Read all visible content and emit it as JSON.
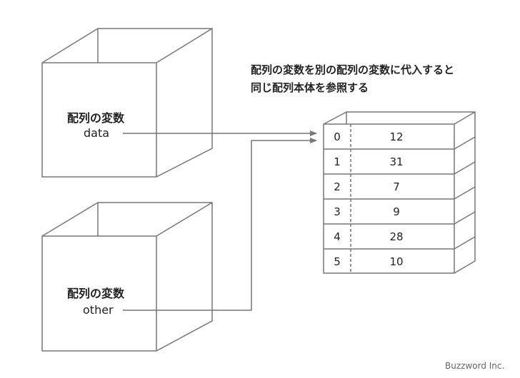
{
  "caption": {
    "line1": "配列の変数を別の配列の変数に代入すると",
    "line2": "同じ配列本体を参照する"
  },
  "box_data": {
    "title": "配列の変数",
    "var_name": "data"
  },
  "box_other": {
    "title": "配列の変数",
    "var_name": "other"
  },
  "array": {
    "rows": [
      {
        "index": "0",
        "value": "12"
      },
      {
        "index": "1",
        "value": "31"
      },
      {
        "index": "2",
        "value": "7"
      },
      {
        "index": "3",
        "value": "9"
      },
      {
        "index": "4",
        "value": "28"
      },
      {
        "index": "5",
        "value": "10"
      }
    ]
  },
  "credit": "Buzzword Inc.",
  "colors": {
    "line": "#777777",
    "text": "#222222"
  }
}
